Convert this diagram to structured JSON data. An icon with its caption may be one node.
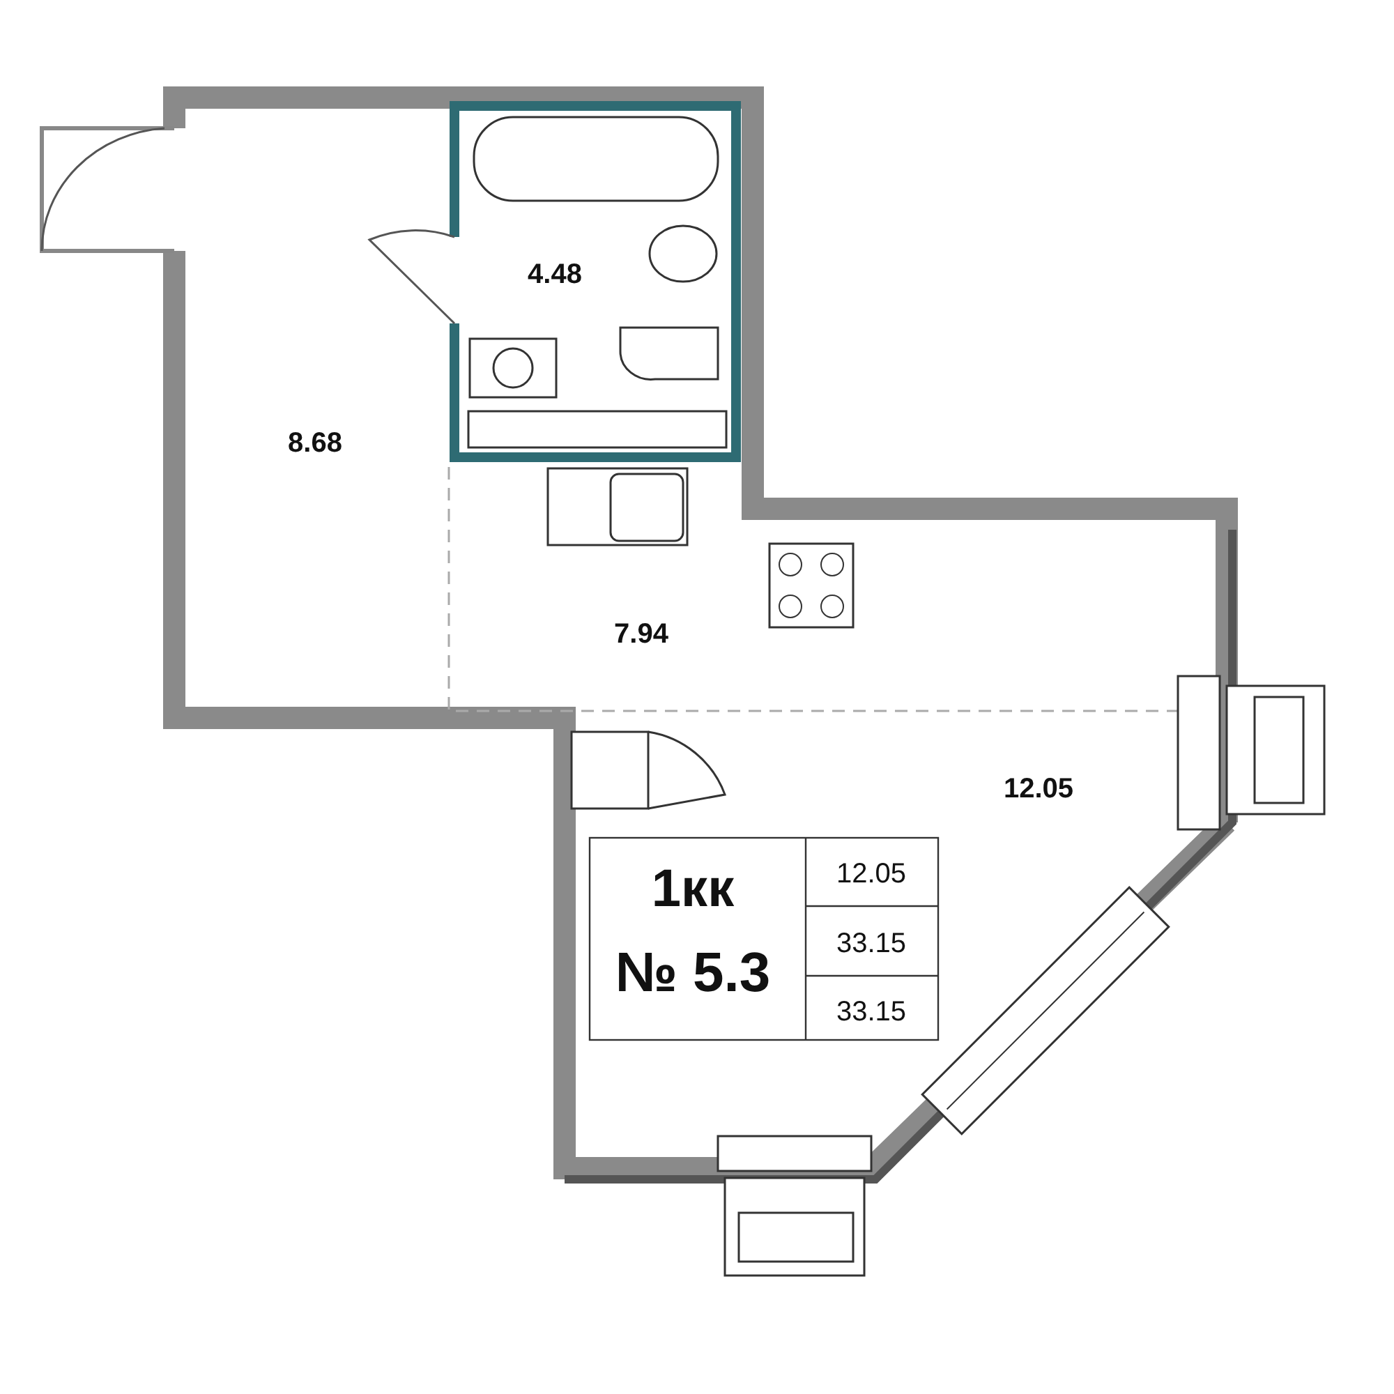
{
  "diagram": {
    "labels": [
      "4.48",
      "8.68",
      "7.94",
      "12.05",
      "1кк",
      "№ 5.3",
      "12.05",
      "33.15",
      "33.15"
    ]
  }
}
